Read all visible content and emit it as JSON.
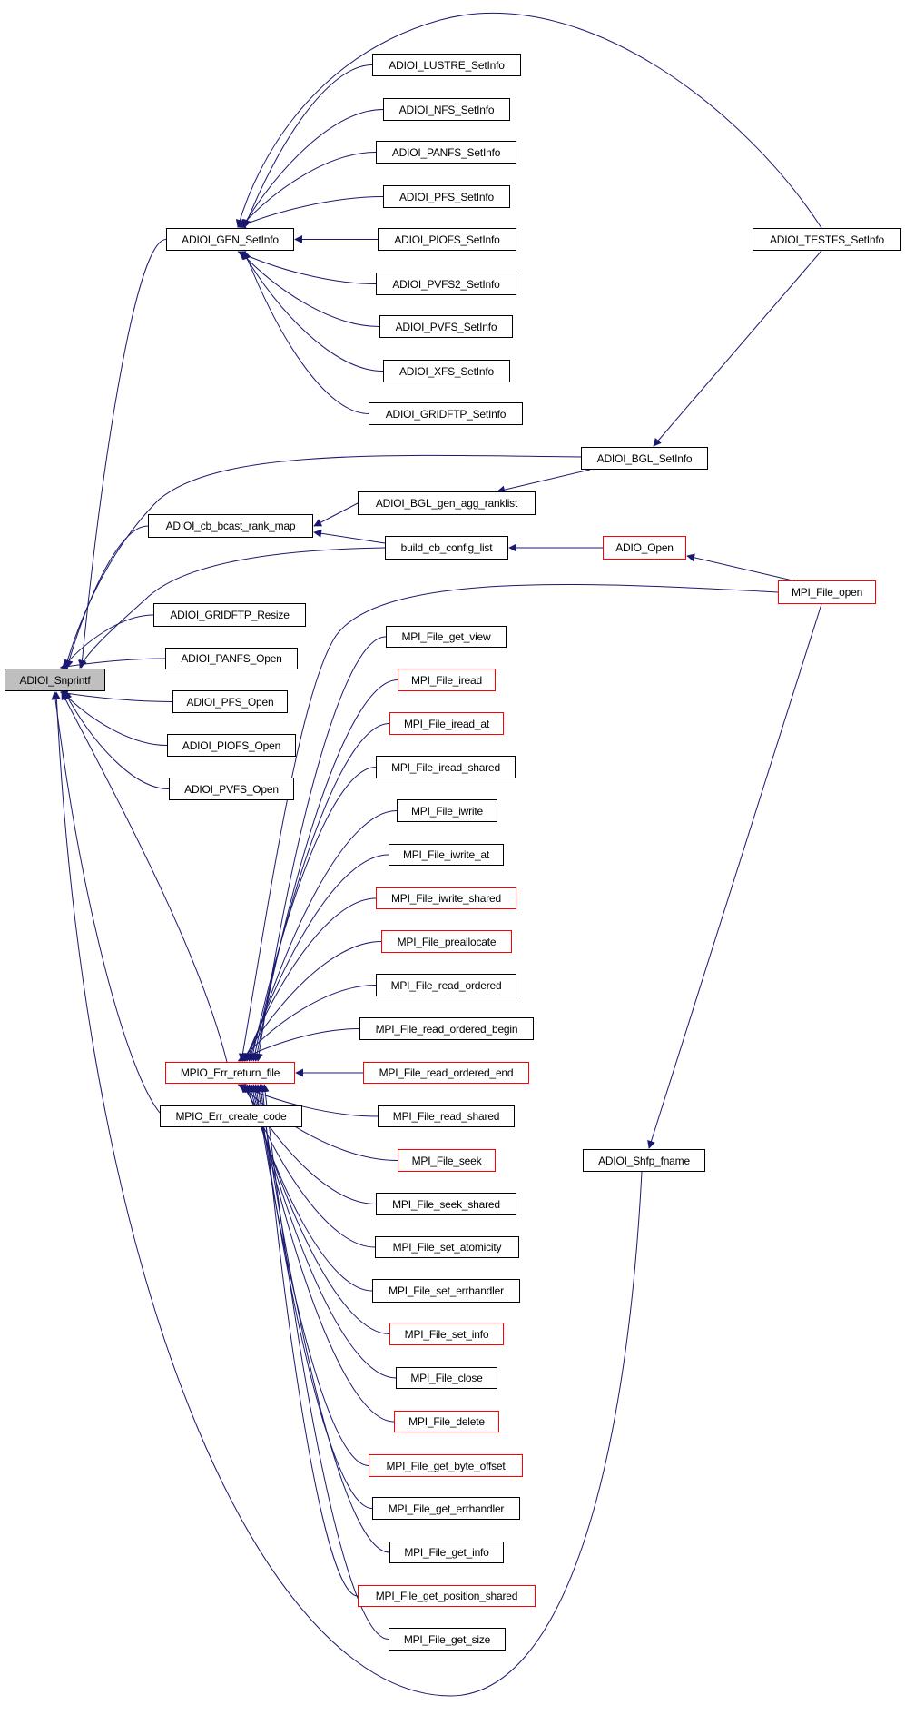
{
  "colors": {
    "edge": "#191970",
    "node_border": "#000000",
    "truncated_border": "#ff0000",
    "focus_fill": "#bfbfbf"
  },
  "nodes": {
    "snprintf": {
      "label": "ADIOI_Snprintf",
      "focus": true
    },
    "gen": {
      "label": "ADIOI_GEN_SetInfo"
    },
    "lustre": {
      "label": "ADIOI_LUSTRE_SetInfo"
    },
    "nfs": {
      "label": "ADIOI_NFS_SetInfo"
    },
    "panfs_set": {
      "label": "ADIOI_PANFS_SetInfo"
    },
    "pfs_set": {
      "label": "ADIOI_PFS_SetInfo"
    },
    "piofs_set": {
      "label": "ADIOI_PIOFS_SetInfo"
    },
    "pvfs2_set": {
      "label": "ADIOI_PVFS2_SetInfo"
    },
    "pvfs_set": {
      "label": "ADIOI_PVFS_SetInfo"
    },
    "xfs_set": {
      "label": "ADIOI_XFS_SetInfo"
    },
    "gridftp_set": {
      "label": "ADIOI_GRIDFTP_SetInfo"
    },
    "testfs": {
      "label": "ADIOI_TESTFS_SetInfo"
    },
    "bgl_set": {
      "label": "ADIOI_BGL_SetInfo"
    },
    "ranklist": {
      "label": "ADIOI_BGL_gen_agg_ranklist"
    },
    "cb_bcast": {
      "label": "ADIOI_cb_bcast_rank_map"
    },
    "build_cb": {
      "label": "build_cb_config_list"
    },
    "adio_open": {
      "label": "ADIO_Open",
      "truncated": true
    },
    "file_open": {
      "label": "MPI_File_open",
      "truncated": true
    },
    "gridftp_resize": {
      "label": "ADIOI_GRIDFTP_Resize"
    },
    "panfs_open": {
      "label": "ADIOI_PANFS_Open"
    },
    "pfs_open": {
      "label": "ADIOI_PFS_Open"
    },
    "piofs_open": {
      "label": "ADIOI_PIOFS_Open"
    },
    "pvfs_open": {
      "label": "ADIOI_PVFS_Open"
    },
    "err_return": {
      "label": "MPIO_Err_return_file",
      "truncated": true
    },
    "err_create": {
      "label": "MPIO_Err_create_code"
    },
    "shfp": {
      "label": "ADIOI_Shfp_fname"
    },
    "get_view": {
      "label": "MPI_File_get_view"
    },
    "iread": {
      "label": "MPI_File_iread",
      "truncated": true
    },
    "iread_at": {
      "label": "MPI_File_iread_at",
      "truncated": true
    },
    "iread_shared": {
      "label": "MPI_File_iread_shared"
    },
    "iwrite": {
      "label": "MPI_File_iwrite"
    },
    "iwrite_at": {
      "label": "MPI_File_iwrite_at"
    },
    "iwrite_shared": {
      "label": "MPI_File_iwrite_shared",
      "truncated": true
    },
    "preallocate": {
      "label": "MPI_File_preallocate",
      "truncated": true
    },
    "read_ordered": {
      "label": "MPI_File_read_ordered"
    },
    "read_ordered_begin": {
      "label": "MPI_File_read_ordered_begin"
    },
    "read_ordered_end": {
      "label": "MPI_File_read_ordered_end",
      "truncated": true
    },
    "read_shared": {
      "label": "MPI_File_read_shared"
    },
    "seek": {
      "label": "MPI_File_seek",
      "truncated": true
    },
    "seek_shared": {
      "label": "MPI_File_seek_shared"
    },
    "set_atomicity": {
      "label": "MPI_File_set_atomicity"
    },
    "set_errhandler": {
      "label": "MPI_File_set_errhandler"
    },
    "set_info": {
      "label": "MPI_File_set_info",
      "truncated": true
    },
    "close": {
      "label": "MPI_File_close"
    },
    "delete": {
      "label": "MPI_File_delete",
      "truncated": true
    },
    "get_byte_offset": {
      "label": "MPI_File_get_byte_offset",
      "truncated": true
    },
    "get_errhandler": {
      "label": "MPI_File_get_errhandler"
    },
    "get_info": {
      "label": "MPI_File_get_info"
    },
    "get_position_shared": {
      "label": "MPI_File_get_position_shared",
      "truncated": true
    },
    "get_size": {
      "label": "MPI_File_get_size"
    }
  },
  "edges": [
    [
      "gen",
      "snprintf"
    ],
    [
      "lustre",
      "gen"
    ],
    [
      "nfs",
      "gen"
    ],
    [
      "panfs_set",
      "gen"
    ],
    [
      "pfs_set",
      "gen"
    ],
    [
      "piofs_set",
      "gen"
    ],
    [
      "pvfs2_set",
      "gen"
    ],
    [
      "pvfs_set",
      "gen"
    ],
    [
      "xfs_set",
      "gen"
    ],
    [
      "gridftp_set",
      "gen"
    ],
    [
      "testfs",
      "gen"
    ],
    [
      "testfs",
      "bgl_set"
    ],
    [
      "bgl_set",
      "snprintf"
    ],
    [
      "bgl_set",
      "ranklist"
    ],
    [
      "ranklist",
      "cb_bcast"
    ],
    [
      "build_cb",
      "cb_bcast"
    ],
    [
      "build_cb",
      "snprintf"
    ],
    [
      "adio_open",
      "build_cb"
    ],
    [
      "file_open",
      "adio_open"
    ],
    [
      "file_open",
      "err_return"
    ],
    [
      "file_open",
      "shfp"
    ],
    [
      "cb_bcast",
      "snprintf"
    ],
    [
      "gridftp_resize",
      "snprintf"
    ],
    [
      "panfs_open",
      "snprintf"
    ],
    [
      "pfs_open",
      "snprintf"
    ],
    [
      "piofs_open",
      "snprintf"
    ],
    [
      "pvfs_open",
      "snprintf"
    ],
    [
      "err_return",
      "snprintf"
    ],
    [
      "err_create",
      "snprintf"
    ],
    [
      "shfp",
      "snprintf"
    ],
    [
      "get_view",
      "err_return"
    ],
    [
      "iread",
      "err_return"
    ],
    [
      "iread_at",
      "err_return"
    ],
    [
      "iread_shared",
      "err_return"
    ],
    [
      "iwrite",
      "err_return"
    ],
    [
      "iwrite_at",
      "err_return"
    ],
    [
      "iwrite_shared",
      "err_return"
    ],
    [
      "preallocate",
      "err_return"
    ],
    [
      "read_ordered",
      "err_return"
    ],
    [
      "read_ordered_begin",
      "err_return"
    ],
    [
      "read_ordered_end",
      "err_return"
    ],
    [
      "read_shared",
      "err_return"
    ],
    [
      "seek",
      "err_return"
    ],
    [
      "seek_shared",
      "err_return"
    ],
    [
      "set_atomicity",
      "err_return"
    ],
    [
      "set_errhandler",
      "err_return"
    ],
    [
      "set_info",
      "err_return"
    ],
    [
      "close",
      "err_return"
    ],
    [
      "delete",
      "err_return"
    ],
    [
      "get_byte_offset",
      "err_return"
    ],
    [
      "get_errhandler",
      "err_return"
    ],
    [
      "get_info",
      "err_return"
    ],
    [
      "get_position_shared",
      "err_return"
    ],
    [
      "get_size",
      "err_return"
    ]
  ]
}
